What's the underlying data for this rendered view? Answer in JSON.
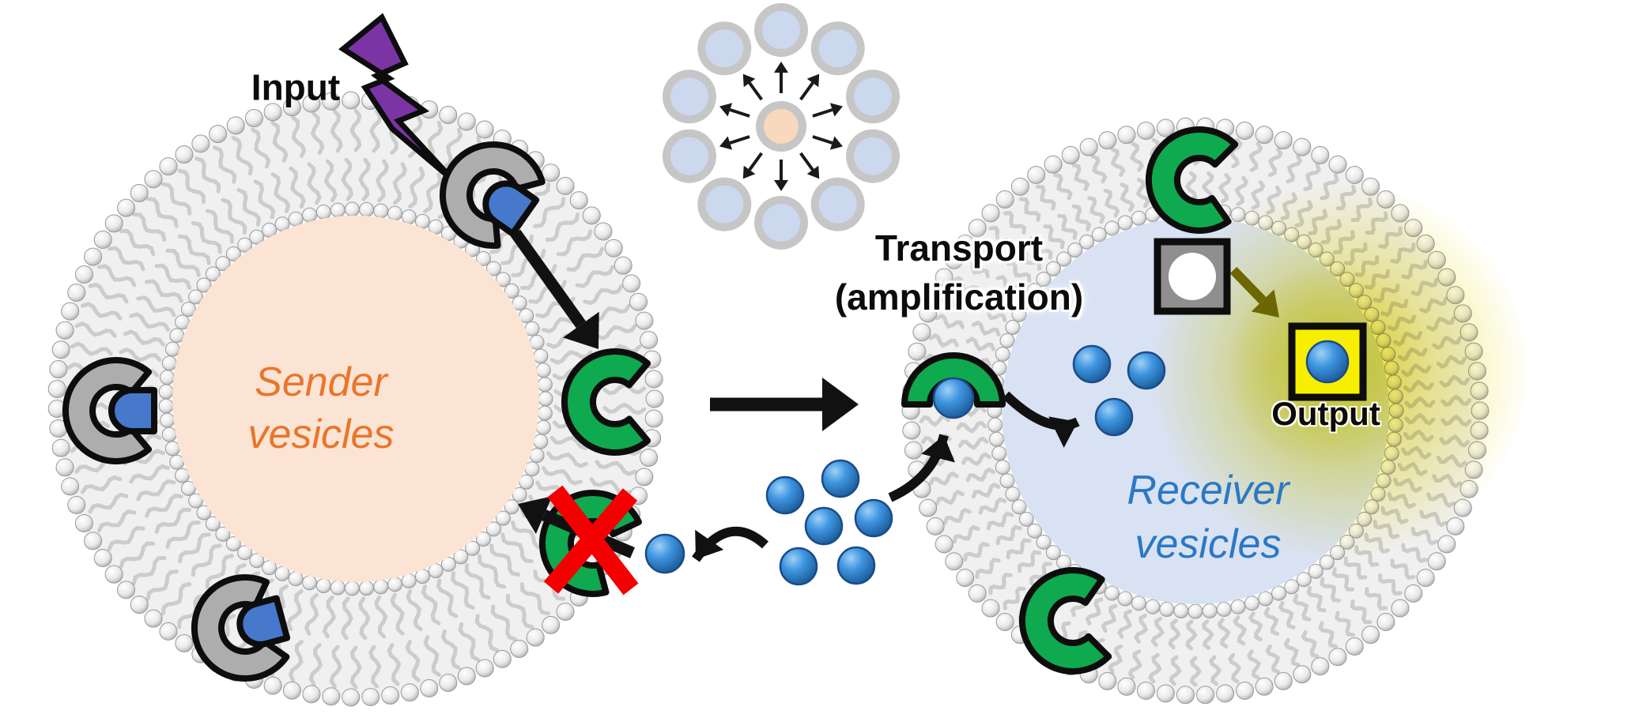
{
  "figure": {
    "labels": {
      "input": "Input",
      "transport_line1": "Transport",
      "transport_line2": "(amplification)",
      "output": "Output",
      "sender_line1": "Sender",
      "sender_line2": "vesicles",
      "receiver_line1": "Receiver",
      "receiver_line2": "vesicles"
    },
    "inset": {
      "satellite_vesicle_count": 10
    },
    "signal_dots": {
      "free_cluster_count": 6,
      "released_count": 1,
      "receiver_interior_count": 3,
      "transporter_bound_count": 1,
      "output_bound_count": 1
    },
    "receptors": {
      "sender_blue_receptor_count": 3,
      "sender_green_receptor_count": 2,
      "receiver_green_receptor_count": 2,
      "transporter_count": 1
    },
    "icons": {
      "input_trigger": "lightning-bolt",
      "inhibition": "red-x",
      "quencher": "gray-square-white-circle",
      "reporter": "yellow-square-blue-dot"
    }
  },
  "colors": {
    "background": "#ffffff",
    "sender_interior": "#fce4d4",
    "receiver_interior": "#d9e2f3",
    "membrane_annulus": "#f0f0f0",
    "membrane_tail": "#c6c6c6",
    "receptor_gray": "#adadad",
    "receptor_blue": "#4679cc",
    "receptor_green": "#0fa94f",
    "signal_dot_blue": "#2f88d8",
    "bolt_purple": "#7a34a4",
    "output_yellow": "#f8ef00",
    "quencher_gray": "#8f8f8f",
    "glow_yellow": "#f0ea60",
    "sender_label_orange": "#e8762c",
    "receiver_label_blue": "#2b78c5",
    "inhibit_red": "#f40000",
    "olive_arrow": "#6c6702",
    "arrow_black": "#111111",
    "outline_black": "#0d0d0d",
    "inset_ring_gray": "#c6c6c6",
    "inset_satellite_fill": "#ccd8ee",
    "inset_center_fill": "#f8d9bd"
  }
}
